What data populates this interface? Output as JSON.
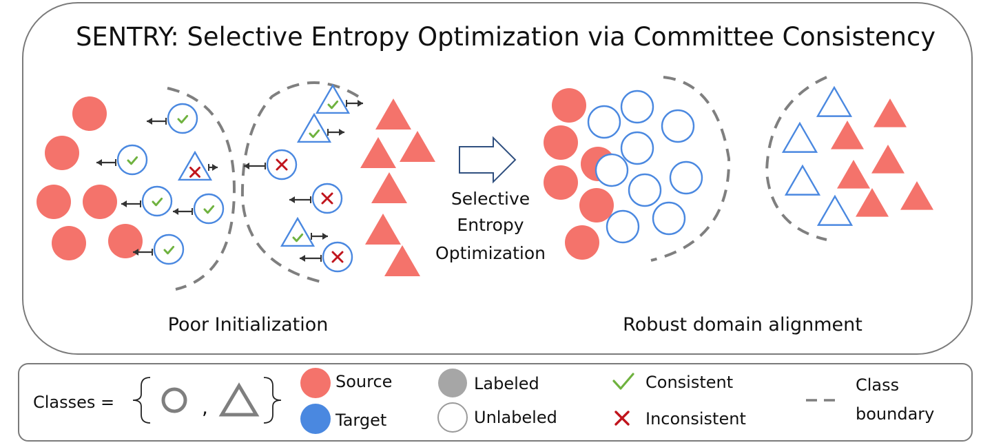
{
  "title": "SENTRY: Selective Entropy Optimization via Committee Consistency",
  "left_panel_label": "Poor Initialization",
  "right_panel_label": "Robust domain alignment",
  "arrow_label_lines": [
    "Selective",
    "Entropy",
    "Optimization"
  ],
  "legend": {
    "classes_label": "Classes =",
    "comma": ",",
    "source": "Source",
    "target": "Target",
    "labeled": "Labeled",
    "unlabeled": "Unlabeled",
    "consistent": "Consistent",
    "inconsistent": "Inconsistent",
    "class_boundary_line1": "Class",
    "class_boundary_line2": "boundary"
  },
  "colors": {
    "source": "#f4736b",
    "target": "#4a88e0",
    "target_stroke": "#4a88e0",
    "labeled": "#a6a6a6",
    "consistent": "#6fb23f",
    "inconsistent": "#c0141c",
    "boundary": "#7f7f7f",
    "panel_border": "#7a7a7a",
    "arrow": "#2f4f7f"
  },
  "icons": [
    "check-icon",
    "cross-icon",
    "right-arrow-icon",
    "brace-icon"
  ]
}
